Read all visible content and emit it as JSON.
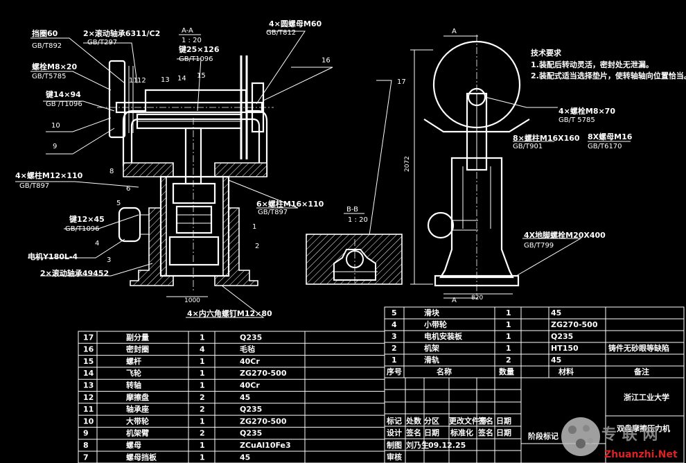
{
  "section_aa": {
    "title": "A-A",
    "scale": "1 : 20"
  },
  "section_bb": {
    "title": "B-B",
    "scale": "1 : 20"
  },
  "view_a_marker": "A",
  "callouts_left": [
    {
      "text": "挡圈60",
      "sub": "GB/T892"
    },
    {
      "text": "螺栓M8×20",
      "sub": "GB/T5785"
    },
    {
      "text": "键14×94",
      "sub": "GB /T1096"
    },
    {
      "text": "4×螺柱M12×110",
      "sub": "GB/T897"
    },
    {
      "text": "键12×45",
      "sub": "GB/T1096"
    },
    {
      "text": "电机Y180L-4",
      "sub": ""
    },
    {
      "text": "2×滚动轴承49452",
      "sub": ""
    }
  ],
  "callouts_top": [
    {
      "text": "2×滚动轴承6311/C2",
      "sub": "GB/T297"
    },
    {
      "text": "键25×126",
      "sub": "GB/T1096"
    },
    {
      "text": "4×圆螺母M60",
      "sub": "GB/T812"
    },
    {
      "text": "6×螺柱M16×110",
      "sub": "GB/T897"
    },
    {
      "text": "4×内六角螺钉M12×80",
      "sub": ""
    }
  ],
  "callouts_right": [
    {
      "text": "4×螺栓M8×70",
      "sub": "GB/T 5785"
    },
    {
      "text": "8×螺柱M16X160",
      "sub": "GB/T901"
    },
    {
      "text": "8X螺母M16",
      "sub": "GB/T6170"
    },
    {
      "text": "4X地脚螺栓M20X400",
      "sub": "GB/T799"
    }
  ],
  "part_numbers": [
    "11",
    "12",
    "13",
    "14",
    "15",
    "16",
    "10",
    "9",
    "8",
    "6",
    "5",
    "4",
    "3",
    "1",
    "2",
    "17"
  ],
  "dims": {
    "width_front": "1000",
    "height_side": "2072",
    "width_side": "820"
  },
  "tech_requirements": {
    "title": "技术要求",
    "items": [
      "1.装配后转动灵活，密封处无泄漏。",
      "2.装配式适当选择垫片，使转轴轴向位置恰当。"
    ]
  },
  "bom_right": [
    {
      "no": "5",
      "name": "滑块",
      "qty": "1",
      "mat": "45",
      "note": ""
    },
    {
      "no": "4",
      "name": "小带轮",
      "qty": "1",
      "mat": "ZG270-500",
      "note": ""
    },
    {
      "no": "3",
      "name": "电机安装板",
      "qty": "1",
      "mat": "Q235",
      "note": ""
    },
    {
      "no": "2",
      "name": "机架",
      "qty": "1",
      "mat": "HT150",
      "note": "铸件无砂眼等缺陷"
    },
    {
      "no": "1",
      "name": "滑轨",
      "qty": "2",
      "mat": "45",
      "note": ""
    }
  ],
  "bom_header": {
    "no": "序号",
    "name": "名称",
    "qty": "数量",
    "mat": "材料",
    "note": "备注"
  },
  "bom_left": [
    {
      "no": "17",
      "name": "副分量",
      "qty": "1",
      "mat": "Q235"
    },
    {
      "no": "16",
      "name": "密封圈",
      "qty": "4",
      "mat": "毛毡"
    },
    {
      "no": "15",
      "name": "螺杆",
      "qty": "1",
      "mat": "40Cr"
    },
    {
      "no": "14",
      "name": "飞轮",
      "qty": "1",
      "mat": "ZG270-500"
    },
    {
      "no": "13",
      "name": "转轴",
      "qty": "1",
      "mat": "40Cr"
    },
    {
      "no": "12",
      "name": "摩擦盘",
      "qty": "2",
      "mat": "45"
    },
    {
      "no": "11",
      "name": "轴承座",
      "qty": "2",
      "mat": "Q235"
    },
    {
      "no": "10",
      "name": "大带轮",
      "qty": "1",
      "mat": "ZG270-500"
    },
    {
      "no": "9",
      "name": "机架臂",
      "qty": "2",
      "mat": "Q235"
    },
    {
      "no": "8",
      "name": "螺母",
      "qty": "1",
      "mat": "ZCuAl10Fe3"
    },
    {
      "no": "7",
      "name": "螺母挡板",
      "qty": "1",
      "mat": "45"
    }
  ],
  "title_block": {
    "school": "浙江工业大学",
    "drawing_name": "双盘摩擦压力机",
    "row_mark": [
      "标记",
      "处数",
      "分区",
      "更改文件号",
      "签名",
      "日期"
    ],
    "row_design": [
      "设计",
      "签名",
      "日期",
      "标准化",
      "签名",
      "日期"
    ],
    "row_draw": [
      "制图",
      "刘乃生",
      "09.12.25"
    ],
    "row_check": [
      "审核"
    ],
    "stage": "阶段标记"
  },
  "watermark": {
    "cn": "专 联 网",
    "en": "Zhuanzhi.Net"
  }
}
